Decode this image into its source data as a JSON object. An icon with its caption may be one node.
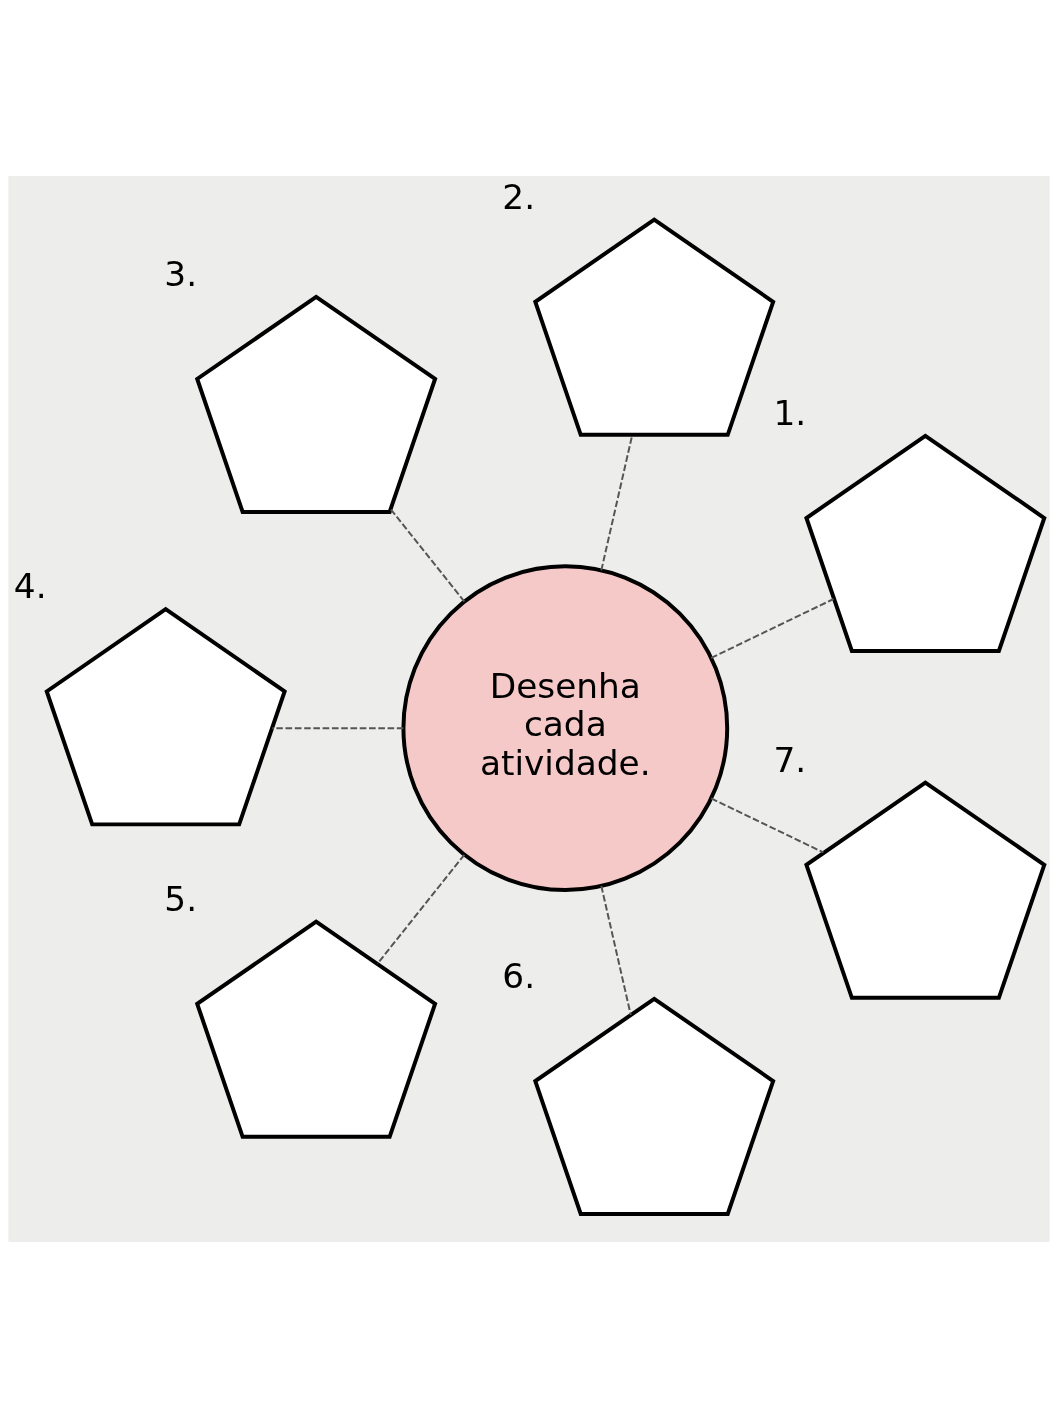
{
  "diagram": {
    "nodes": [
      {
        "text": [
          "Desenha cada atividade."
        ]
      },
      {
        "text": [],
        "shape": "pentagon",
        "beside": [
          "1."
        ]
      },
      {
        "text": [],
        "shape": "pentagon",
        "beside": [
          "2."
        ]
      },
      {
        "text": [],
        "shape": "pentagon",
        "beside": [
          "3."
        ]
      },
      {
        "text": [],
        "shape": "pentagon",
        "beside": [
          "4."
        ]
      },
      {
        "text": [],
        "shape": "pentagon",
        "beside": [
          "5."
        ]
      },
      {
        "text": [],
        "shape": "pentagon",
        "beside": [
          "6."
        ]
      },
      {
        "text": [],
        "shape": "pentagon",
        "beside": [
          "7."
        ]
      }
    ],
    "edges": [
      {
        "from": 0,
        "to": 1,
        "arrow": "none",
        "style": "dashed"
      },
      {
        "from": 0,
        "to": 2,
        "arrow": "none",
        "style": "dashed"
      },
      {
        "from": 0,
        "to": 3,
        "arrow": "none",
        "style": "dashed"
      },
      {
        "from": 0,
        "to": 4,
        "arrow": "none",
        "style": "dashed"
      },
      {
        "from": 0,
        "to": 5,
        "arrow": "none",
        "style": "dashed"
      },
      {
        "from": 0,
        "to": 6,
        "arrow": "none",
        "style": "dashed"
      },
      {
        "from": 0,
        "to": 7,
        "arrow": "none",
        "style": "dashed"
      }
    ]
  }
}
